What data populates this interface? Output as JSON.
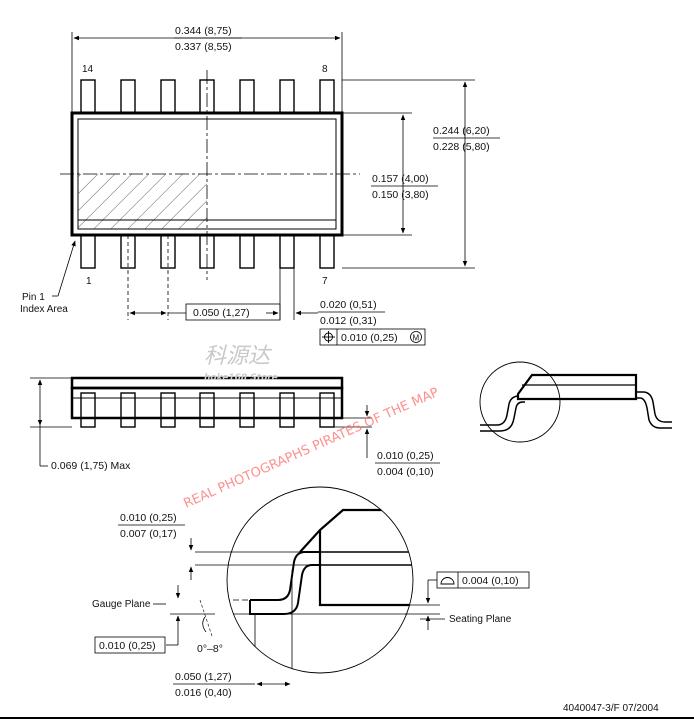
{
  "top_view": {
    "pin_14": "14",
    "pin_8": "8",
    "pin_1": "1",
    "pin_7": "7",
    "len_max": "0.344 (8,75)",
    "len_min": "0.337 (8,55)",
    "span_max": "0.244 (6,20)",
    "span_min": "0.228 (5,80)",
    "body_max": "0.157 (4,00)",
    "body_min": "0.150 (3,80)",
    "pitch": "0.050 (1,27)",
    "lead_w_max": "0.020 (0,51)",
    "lead_w_min": "0.012 (0,31)",
    "position_tol": "0.010 (0,25)",
    "mmc_symbol": "M",
    "pin1_label_1": "Pin 1",
    "pin1_label_2": "Index Area"
  },
  "side_view": {
    "height_max": "0.069 (1,75) Max",
    "standoff_max": "0.010 (0,25)",
    "standoff_min": "0.004 (0,10)"
  },
  "detail_view": {
    "thick_max": "0.010 (0,25)",
    "thick_min": "0.007 (0,17)",
    "gauge_plane": "Gauge Plane",
    "gauge_dim": "0.010 (0,25)",
    "angle": "0°–8°",
    "foot_max": "0.050 (1,27)",
    "foot_min": "0.016 (0,40)",
    "coplanarity": "0.004 (0,10)",
    "seating_plane": "Seating Plane"
  },
  "footer": {
    "drawing_id": "4040047-3/F  07/2004"
  },
  "watermarks": {
    "cn": "科源达",
    "store": "hoke168 Store",
    "red": "REAL PHOTOGRAPHS PIRATES OF THE MAP"
  }
}
